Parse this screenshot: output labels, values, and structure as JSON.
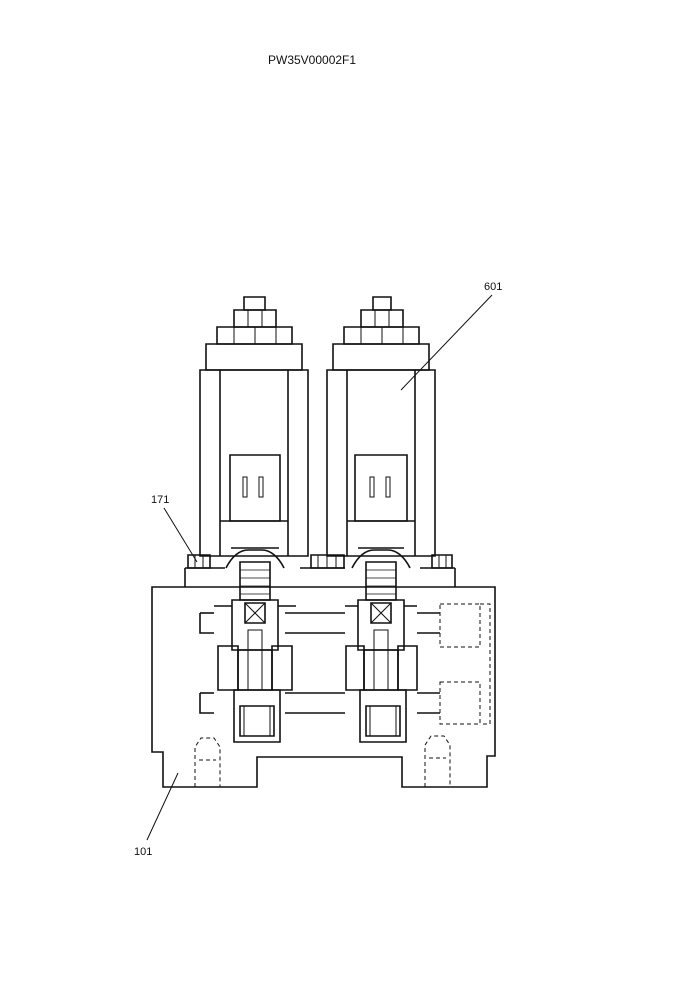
{
  "drawing": {
    "code": "PW35V00002F1",
    "callouts": [
      {
        "id": "601"
      },
      {
        "id": "171"
      },
      {
        "id": "101"
      }
    ]
  }
}
